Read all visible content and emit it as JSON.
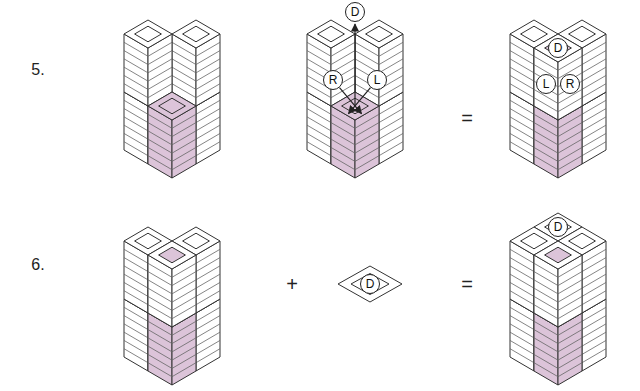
{
  "diagram": {
    "nodes": [
      {
        "text": [
          "D"
        ]
      },
      {
        "text": [
          "R"
        ]
      },
      {
        "text": [
          "L"
        ]
      },
      {
        "text": [
          "D"
        ]
      },
      {
        "text": [
          "L"
        ]
      },
      {
        "text": [
          "R"
        ]
      },
      {
        "text": [
          "D"
        ]
      },
      {
        "text": [
          "D"
        ]
      }
    ],
    "labels": [
      "5.",
      "=",
      "6.",
      "+",
      "="
    ]
  }
}
